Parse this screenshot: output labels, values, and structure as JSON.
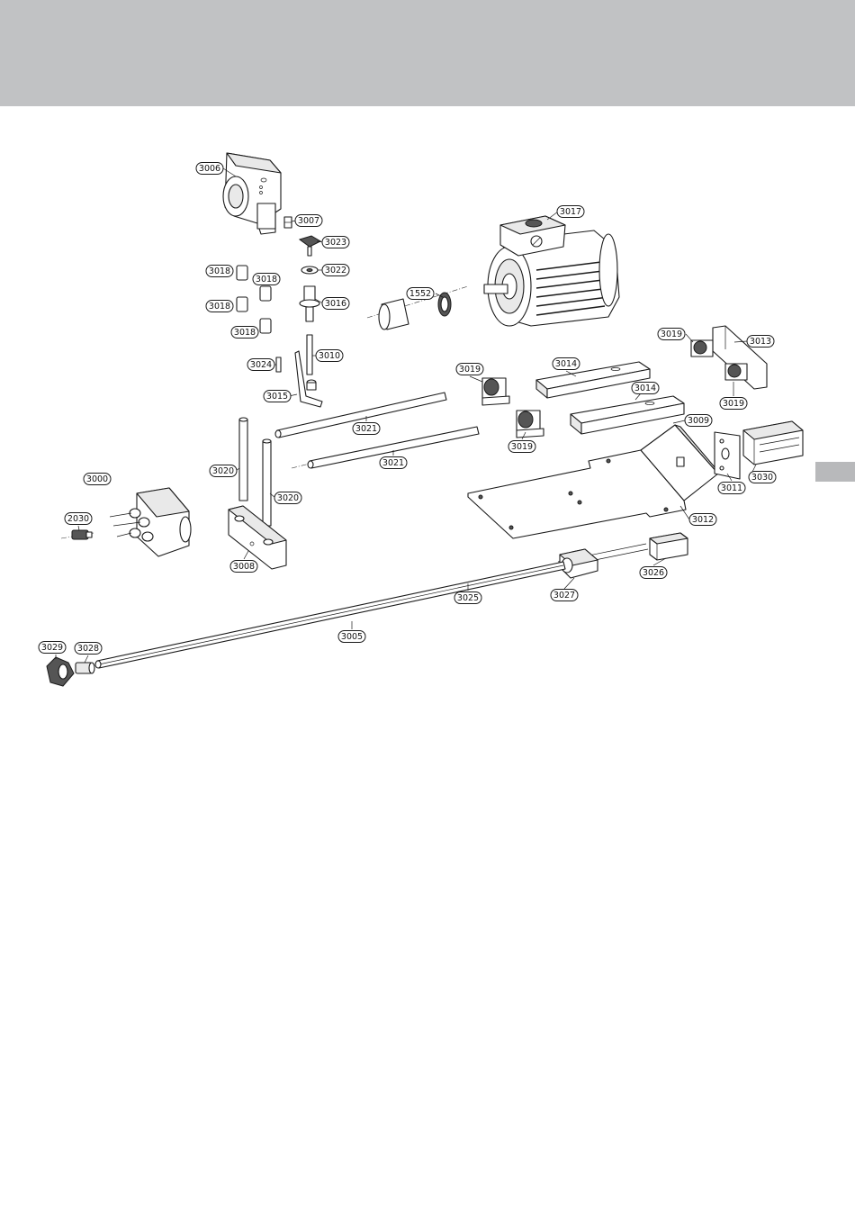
{
  "labels": [
    "3006",
    "3007",
    "3023",
    "3022",
    "3018",
    "3018",
    "3018",
    "3018",
    "3016",
    "3010",
    "3024",
    "3015",
    "1552",
    "3017",
    "3019",
    "3013",
    "3019",
    "3014",
    "3014",
    "3019",
    "3019",
    "3009",
    "3021",
    "3021",
    "3020",
    "3020",
    "3000",
    "2030",
    "3008",
    "3012",
    "3011",
    "3030",
    "3026",
    "3027",
    "3025",
    "3005",
    "3029",
    "3028"
  ]
}
